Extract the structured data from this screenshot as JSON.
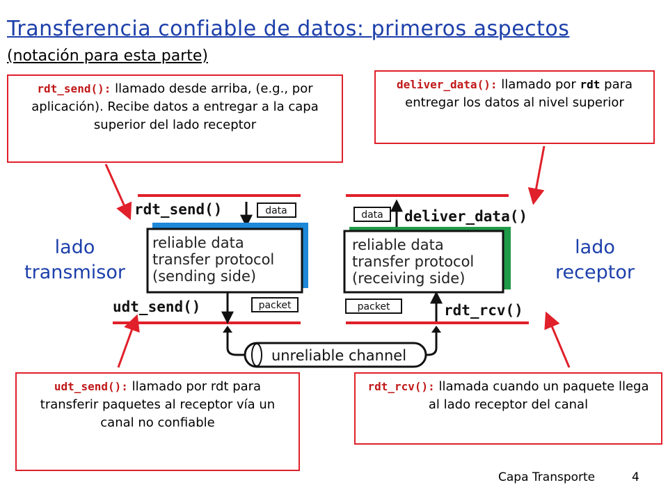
{
  "header": {
    "title": "Transferencia confiable de datos: primeros aspectos",
    "subtitle": "(notación para esta parte)"
  },
  "callouts": {
    "rdt_send": {
      "code": "rdt_send():",
      "text": " llamado desde arriba, (e.g., por aplicación). Recibe datos a entregar a la capa superior del lado receptor"
    },
    "deliver_data": {
      "code": "deliver_data():",
      "text1": " llamado por ",
      "code2": "rdt",
      "text2": " para entregar los datos al nivel superior"
    },
    "udt_send": {
      "code": "udt_send():",
      "text": " llamado por rdt para transferir paquetes al receptor vía un canal no confiable"
    },
    "rdt_rcv": {
      "code": "rdt_rcv():",
      "text": " llamada cuando un paquete llega al lado receptor del canal"
    }
  },
  "sides": {
    "sender": [
      "lado",
      "transmisor"
    ],
    "receiver": [
      "lado",
      "receptor"
    ]
  },
  "diagram": {
    "sender_func_top": "rdt_send()",
    "sender_func_bottom": "udt_send()",
    "receiver_func_top": "deliver_data()",
    "receiver_func_bottom": "rdt_rcv()",
    "data_label": "data",
    "packet_label": "packet",
    "sender_box": [
      "reliable data",
      "transfer protocol",
      "(sending side)"
    ],
    "receiver_box": [
      "reliable data",
      "transfer protocol",
      "(receiving side)"
    ],
    "channel": "unreliable channel",
    "colors": {
      "sender_accent": "#1e88d8",
      "receiver_accent": "#1f9a48",
      "red": "#e0202a",
      "title_blue": "#1c3faa"
    }
  },
  "footer": {
    "label": "Capa Transporte",
    "page": "4"
  }
}
